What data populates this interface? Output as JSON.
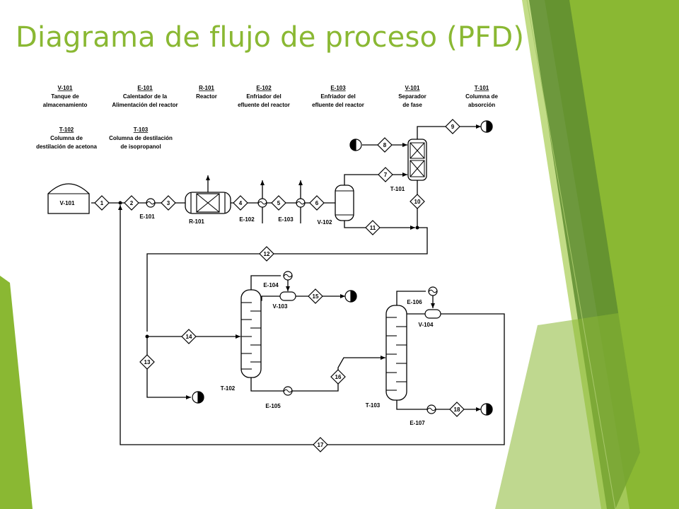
{
  "slide": {
    "title": "Diagrama de flujo de proceso (PFD)"
  },
  "colors": {
    "title": "#8ab833",
    "accent_light": "#c2dc86",
    "accent_mid": "#8ab833",
    "accent_dark": "#5e8c30",
    "line": "#000000"
  },
  "legend": [
    {
      "tag": "V-101",
      "line1": "Tanque de",
      "line2": "almacenamiento"
    },
    {
      "tag": "E-101",
      "line1": "Calentador de la",
      "line2": "Alimentación del  reactor"
    },
    {
      "tag": "R-101",
      "line1": "Reactor",
      "line2": ""
    },
    {
      "tag": "E-102",
      "line1": "Enfriador del",
      "line2": "efluente del  reactor"
    },
    {
      "tag": "E-103",
      "line1": "Enfriador del",
      "line2": "efluente del  reactor"
    },
    {
      "tag": "V-101",
      "line1": "Separador",
      "line2": "de   fase"
    },
    {
      "tag": "T-101",
      "line1": "Columna  de",
      "line2": "absorción"
    },
    {
      "tag": "T-102",
      "line1": "Columna  de",
      "line2": "destilación de acetona"
    },
    {
      "tag": "T-103",
      "line1": "Columna  de destilación",
      "line2": "de isopropanol"
    }
  ],
  "equipment": {
    "v101": "V-101",
    "e101": "E-101",
    "r101": "R-101",
    "e102": "E-102",
    "e103": "E-103",
    "v102": "V-102",
    "t101": "T-101",
    "e104": "E-104",
    "v103": "V-103",
    "t102": "T-102",
    "e105": "E-105",
    "e106": "E-106",
    "v104": "V-104",
    "t103": "T-103",
    "e107": "E-107"
  },
  "streams": [
    "1",
    "2",
    "3",
    "4",
    "5",
    "6",
    "7",
    "8",
    "9",
    "10",
    "11",
    "12",
    "13",
    "14",
    "15",
    "16",
    "17",
    "18"
  ]
}
